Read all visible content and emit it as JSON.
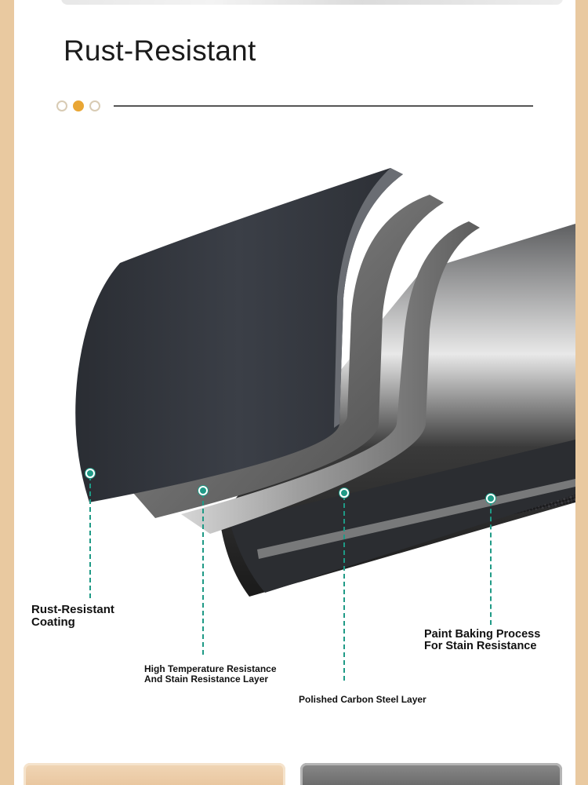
{
  "title": "Rust-Resistant",
  "pager": {
    "count": 3,
    "active_index": 1
  },
  "layers": [
    {
      "label_line1": "Rust-Resistant",
      "label_line2": "Coating"
    },
    {
      "label_line1": "High Temperature Resistance",
      "label_line2": "And Stain Resistance Layer"
    },
    {
      "label_line1": "Polished Carbon Steel Layer",
      "label_line2": ""
    },
    {
      "label_line1": "Paint Baking Process",
      "label_line2": "For Stain Resistance"
    }
  ],
  "colors": {
    "accent": "#1f9a86",
    "active_dot": "#e9a634",
    "frame": "#e9c9a0"
  },
  "buttons": {
    "left_label": "",
    "right_label": ""
  }
}
